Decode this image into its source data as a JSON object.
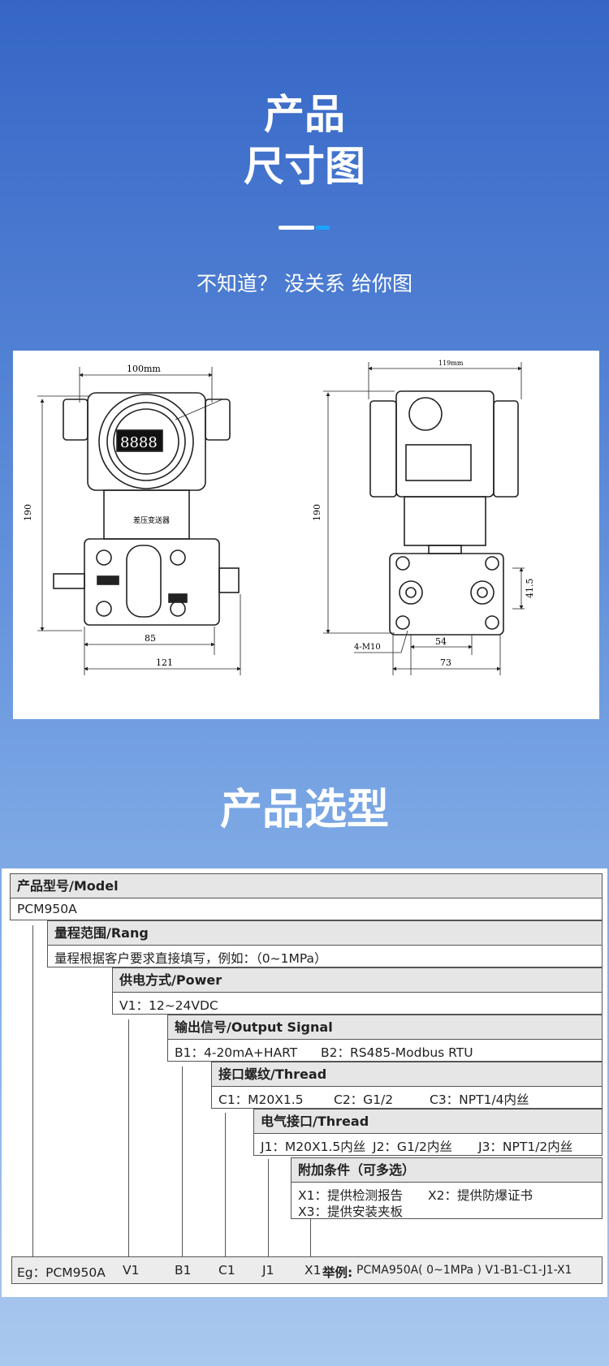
{
  "header": {
    "title_line1": "产品",
    "title_line2": "尺寸图",
    "subtitle": "不知道？ 没关系 给你图"
  },
  "drawing": {
    "front": {
      "width_top": "100mm",
      "height": "190",
      "label": "差压变送器",
      "width_mid": "85",
      "width_bottom": "121",
      "display": "8888"
    },
    "side": {
      "width_top": "119mm",
      "height": "190",
      "height_small": "41.5",
      "hole": "4-M10",
      "width_mid": "54",
      "width_bottom": "73"
    }
  },
  "selection": {
    "title": "产品选型",
    "model": {
      "header": "产品型号/Model",
      "value": "PCM950A"
    },
    "range": {
      "header": "量程范围/Rang",
      "value": "量程根据客户要求直接填写，例如：（0~1MPa）"
    },
    "power": {
      "header": "供电方式/Power",
      "value": "V1：12~24VDC"
    },
    "output": {
      "header": "输出信号/Output Signal",
      "b1": "B1：4-20mA+HART",
      "b2": "B2：RS485-Modbus RTU"
    },
    "thread": {
      "header": "接口螺纹/Thread",
      "c1": "C1：M20X1.5",
      "c2": "C2：G1/2",
      "c3": "C3：NPT1/4内丝"
    },
    "electric": {
      "header": "电气接口/Thread",
      "j1": "J1：M20X1.5内丝",
      "j2": "J2：G1/2内丝",
      "j3": "J3：NPT1/2内丝"
    },
    "extra": {
      "header": "附加条件（可多选）",
      "x1": "X1：提供检测报告",
      "x2": "X2：提供防爆证书",
      "x3": "X3：提供安装夹板"
    },
    "example": {
      "eg": "Eg：PCM950A",
      "v": "V1",
      "b": "B1",
      "c": "C1",
      "j": "J1",
      "x": "X1",
      "label": "举例:",
      "code": "PCMA950A( 0~1MPa ) V1-B1-C1-J1-X1"
    }
  }
}
